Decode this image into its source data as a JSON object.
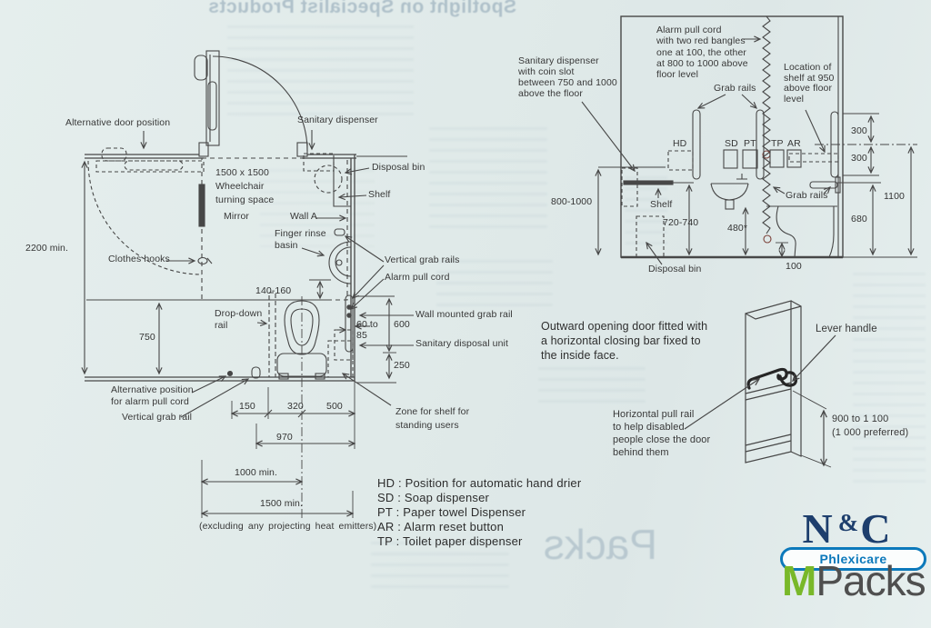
{
  "plan": {
    "alt_door": "Alternative door position",
    "sanitary_dispenser": "Sanitary dispenser",
    "turning_space": "1500 x 1500\nWheelchair\nturning space",
    "disposal_bin": "Disposal bin",
    "shelf": "Shelf",
    "mirror": "Mirror",
    "wall_a": "Wall A",
    "finger_rinse": "Finger rinse\nbasin",
    "vertical_grab_rails": "Vertical grab rails",
    "alarm_pull_cord": "Alarm pull cord",
    "wall_mounted_grab_rail": "Wall mounted grab rail",
    "sanitary_disposal_unit": "Sanitary disposal unit",
    "drop_down_rail": "Drop-down\nrail",
    "alt_alarm": "Alternative position\nfor alarm pull cord",
    "vertical_grab_rail": "Vertical grab rail",
    "zone_shelf": "Zone for shelf for\nstanding users",
    "clothes_hooks": "Clothes hooks",
    "heat_emitters": "(excluding any projecting heat emitters)",
    "dims": {
      "d2200": "2200 min.",
      "d750": "750",
      "d140": "140-160",
      "d60": "60 to\n85",
      "d600": "600",
      "d250": "250",
      "d150": "150",
      "d320": "320",
      "d500": "500",
      "d970": "970",
      "d1000": "1000 min.",
      "d1500": "1500 min."
    }
  },
  "elevation": {
    "sanitary_note": "Sanitary dispenser\nwith coin slot\nbetween 750 and 1000\nabove the floor",
    "alarm_note": "Alarm pull cord\nwith two red bangles\none at 100, the other\nat 800 to 1000 above\nfloor level",
    "grab_rails_top": "Grab rails",
    "shelf_note": "Location of\nshelf at 950\nabove floor\nlevel",
    "hd": "HD",
    "sd": "SD",
    "pt": "PT",
    "tp": "TP",
    "ar": "AR",
    "shelf": "Shelf",
    "disposal_bin": "Disposal bin",
    "grab_rails_right": "Grab rails",
    "dims": {
      "d800": "800-1000",
      "d720": "720-740",
      "d480": "480*",
      "d100": "100",
      "d300a": "300",
      "d300b": "300",
      "d1100": "1100",
      "d680": "680"
    }
  },
  "door": {
    "note": "Outward opening door fitted with\na horizontal closing bar fixed to\nthe inside face.",
    "lever": "Lever handle",
    "pull_rail": "Horizontal pull rail\nto help disabled\npeople close the door\nbehind them",
    "dim": "900 to 1 100\n(1 000 preferred)"
  },
  "legend": {
    "items": [
      "HD : Position for automatic hand drier",
      "SD : Soap dispenser",
      "PT : Paper towel Dispenser",
      "AR : Alarm reset button",
      "TP : Toilet paper dispenser"
    ]
  },
  "branding": {
    "n": "N",
    "amp": "&",
    "c": "C",
    "phlexicare": "Phlexicare",
    "m": "M",
    "packs": "Packs",
    "navy": "#1d3e6d",
    "blue": "#0c79bb",
    "green": "#79b829",
    "gray": "#4f4f4f"
  },
  "bleedthrough": {
    "headline": "Spotlight on Specialist Products",
    "packs_ghost": "Packs"
  }
}
